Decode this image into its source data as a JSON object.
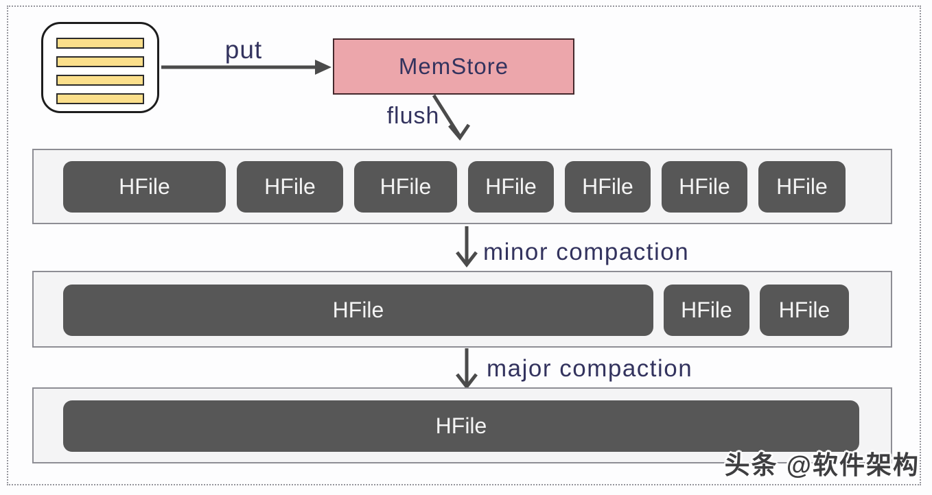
{
  "diagram": {
    "labels": {
      "put": "put",
      "flush": "flush",
      "minor_compaction": "minor compaction",
      "major_compaction": "major compaction"
    },
    "memstore_label": "MemStore",
    "hfile_label": "HFile",
    "rows": [
      {
        "files": [
          "HFile",
          "HFile",
          "HFile",
          "HFile",
          "HFile",
          "HFile",
          "HFile"
        ]
      },
      {
        "files": [
          "HFile",
          "HFile",
          "HFile"
        ]
      },
      {
        "files": [
          "HFile"
        ]
      }
    ],
    "watermark": "头条 @软件架构",
    "icons": {
      "source": "data-records-icon",
      "put": "right-arrow-icon",
      "flush": "down-slant-arrow-icon",
      "minor": "down-arrow-icon",
      "major": "down-arrow-icon"
    },
    "colors": {
      "memstore_fill": "#eca6ab",
      "hfile_fill": "#575757",
      "row_fill": "#f4f4f5",
      "label_text": "#33335e",
      "arrow": "#4b4b4b",
      "record_bar_fill": "#fbdf8b"
    }
  }
}
